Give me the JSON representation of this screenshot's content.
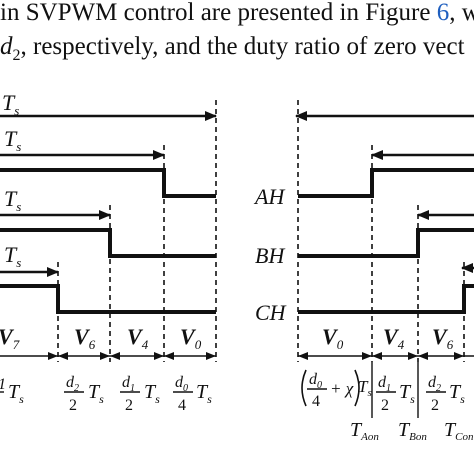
{
  "caption": {
    "line1_before": "in SVPWM control are presented in Figure ",
    "line1_ref": "6",
    "line1_after": ", w",
    "line2_var": "d",
    "line2_sub": "2",
    "line2_after": ", respectively, and the duty ratio of zero vect"
  },
  "left_diagram": {
    "ts_labels": [
      "T",
      "T",
      "T",
      "T"
    ],
    "ts_sub": "s",
    "vectors": [
      "V",
      "V",
      "V",
      "V"
    ],
    "vector_subs": [
      "7",
      "6",
      "4",
      "0"
    ],
    "fractions": [
      {
        "num": "1",
        "den": "",
        "suffix": "T",
        "sub": "s"
      },
      {
        "num": "d",
        "num_sub": "2",
        "den": "2",
        "suffix": "T",
        "sub": "s"
      },
      {
        "num": "d",
        "num_sub": "1",
        "den": "2",
        "suffix": "T",
        "sub": "s"
      },
      {
        "num": "d",
        "num_sub": "0",
        "den": "4",
        "suffix": "T",
        "sub": "s"
      }
    ]
  },
  "right_diagram": {
    "signals": [
      "AH",
      "BH",
      "CH"
    ],
    "vectors": [
      "V",
      "V",
      "V"
    ],
    "vector_subs": [
      "0",
      "4",
      "6"
    ],
    "zero_expr": {
      "num": "d",
      "num_sub": "0",
      "den": "4",
      "plus": "+ χ",
      "suffix": "T",
      "sub": "s"
    },
    "fractions": [
      {
        "num": "d",
        "num_sub": "1",
        "den": "2",
        "suffix": "T",
        "sub": "s"
      },
      {
        "num": "d",
        "num_sub": "2",
        "den": "2",
        "suffix": "T",
        "sub": "s"
      }
    ],
    "times": [
      {
        "base": "T",
        "sub": "Aon"
      },
      {
        "base": "T",
        "sub": "Bon"
      },
      {
        "base": "T",
        "sub": "Con"
      }
    ]
  }
}
